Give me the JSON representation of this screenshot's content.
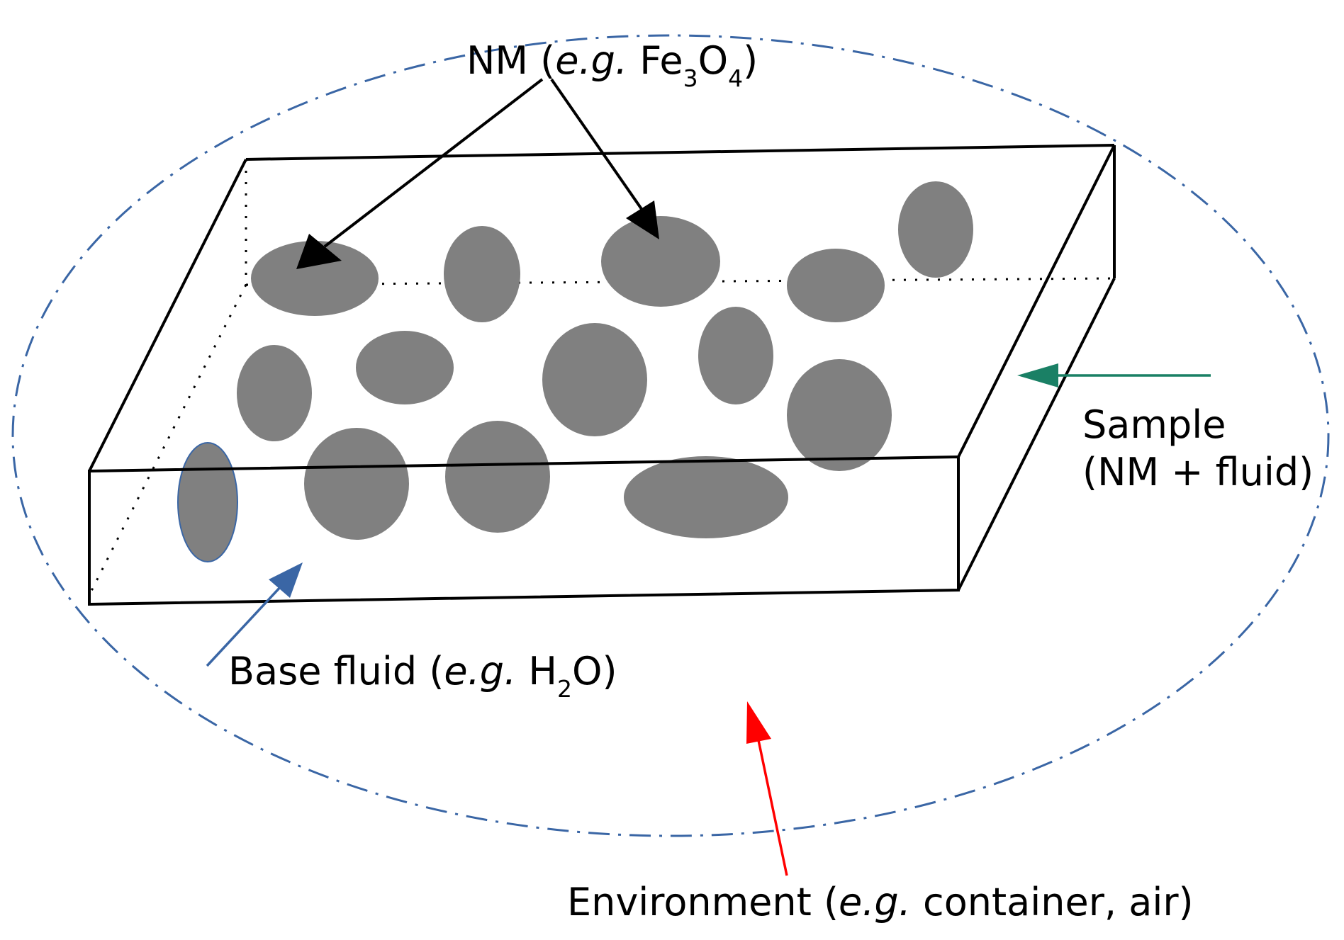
{
  "labels": {
    "nm": {
      "prefix": "NM (",
      "eg": "e.g.",
      "mid": " Fe",
      "sub1": "3",
      "o": "O",
      "sub2": "4",
      "suffix": ")"
    },
    "sample": {
      "line1": "Sample",
      "line2": "(NM + fluid)"
    },
    "base_fluid": {
      "prefix": "Base fluid (",
      "eg": "e.g.",
      "h": " H",
      "sub": "2",
      "suffix": "O)"
    },
    "environment": {
      "prefix": "Environment (",
      "eg": "e.g.",
      "suffix": " container, air)"
    }
  },
  "colors": {
    "environment_outline": "#3a66a5",
    "nanoparticle": "#808080",
    "box_edge": "#000000",
    "nm_arrows": "#000000",
    "sample_arrow": "#1a8065",
    "base_fluid_arrow": "#3a66a5",
    "environment_arrow": "#ff0000"
  }
}
